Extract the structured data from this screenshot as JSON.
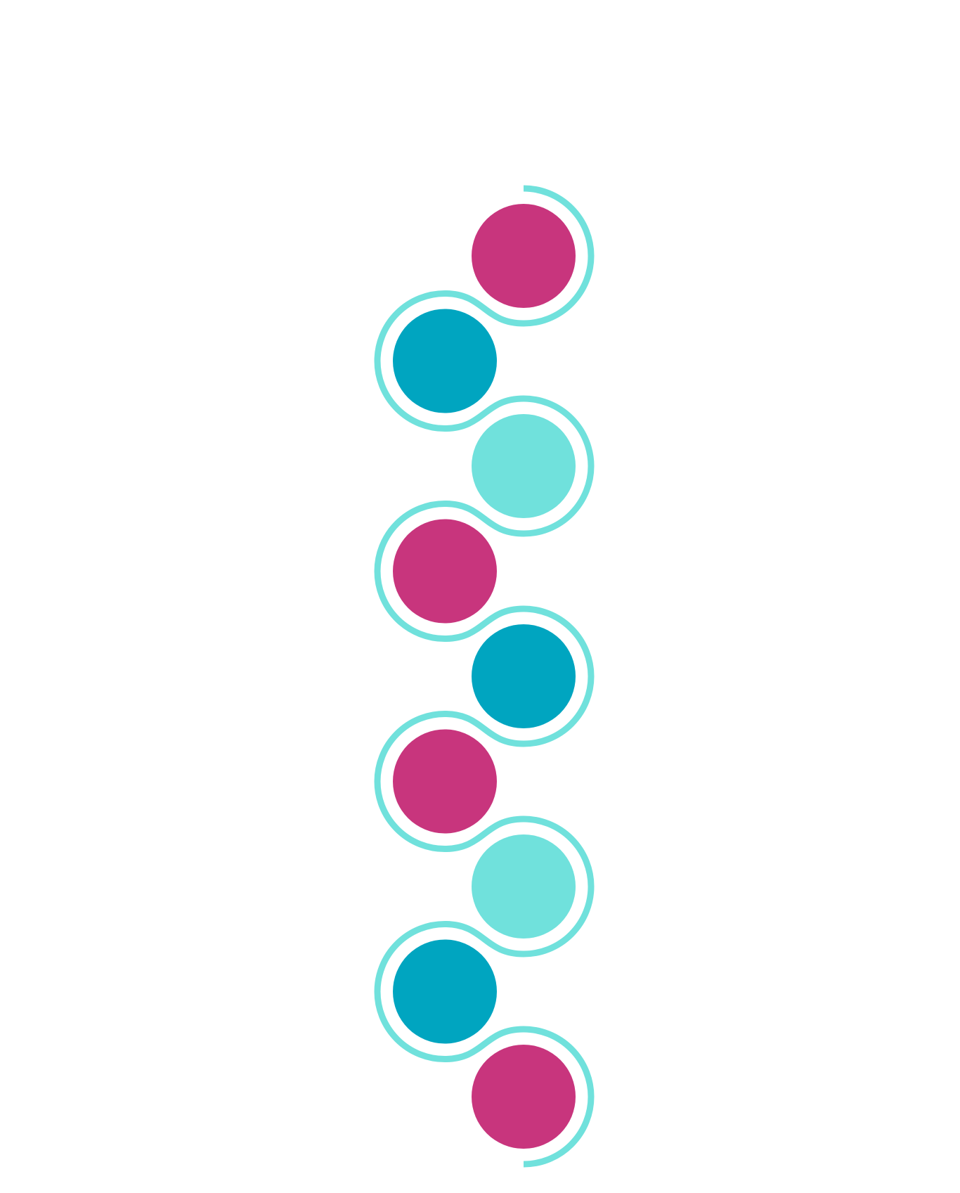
{
  "palette": {
    "magenta": "#c8357d",
    "teal": "#00a5c0",
    "aqua": "#70e1dc",
    "connector": "#70e1dc",
    "background": "#ffffff"
  },
  "nodes": [
    {
      "color": "#c8357d",
      "side": "right"
    },
    {
      "color": "#00a5c0",
      "side": "left"
    },
    {
      "color": "#70e1dc",
      "side": "right"
    },
    {
      "color": "#c8357d",
      "side": "left"
    },
    {
      "color": "#00a5c0",
      "side": "right"
    },
    {
      "color": "#c8357d",
      "side": "left"
    },
    {
      "color": "#70e1dc",
      "side": "right"
    },
    {
      "color": "#00a5c0",
      "side": "left"
    },
    {
      "color": "#c8357d",
      "side": "right"
    }
  ]
}
